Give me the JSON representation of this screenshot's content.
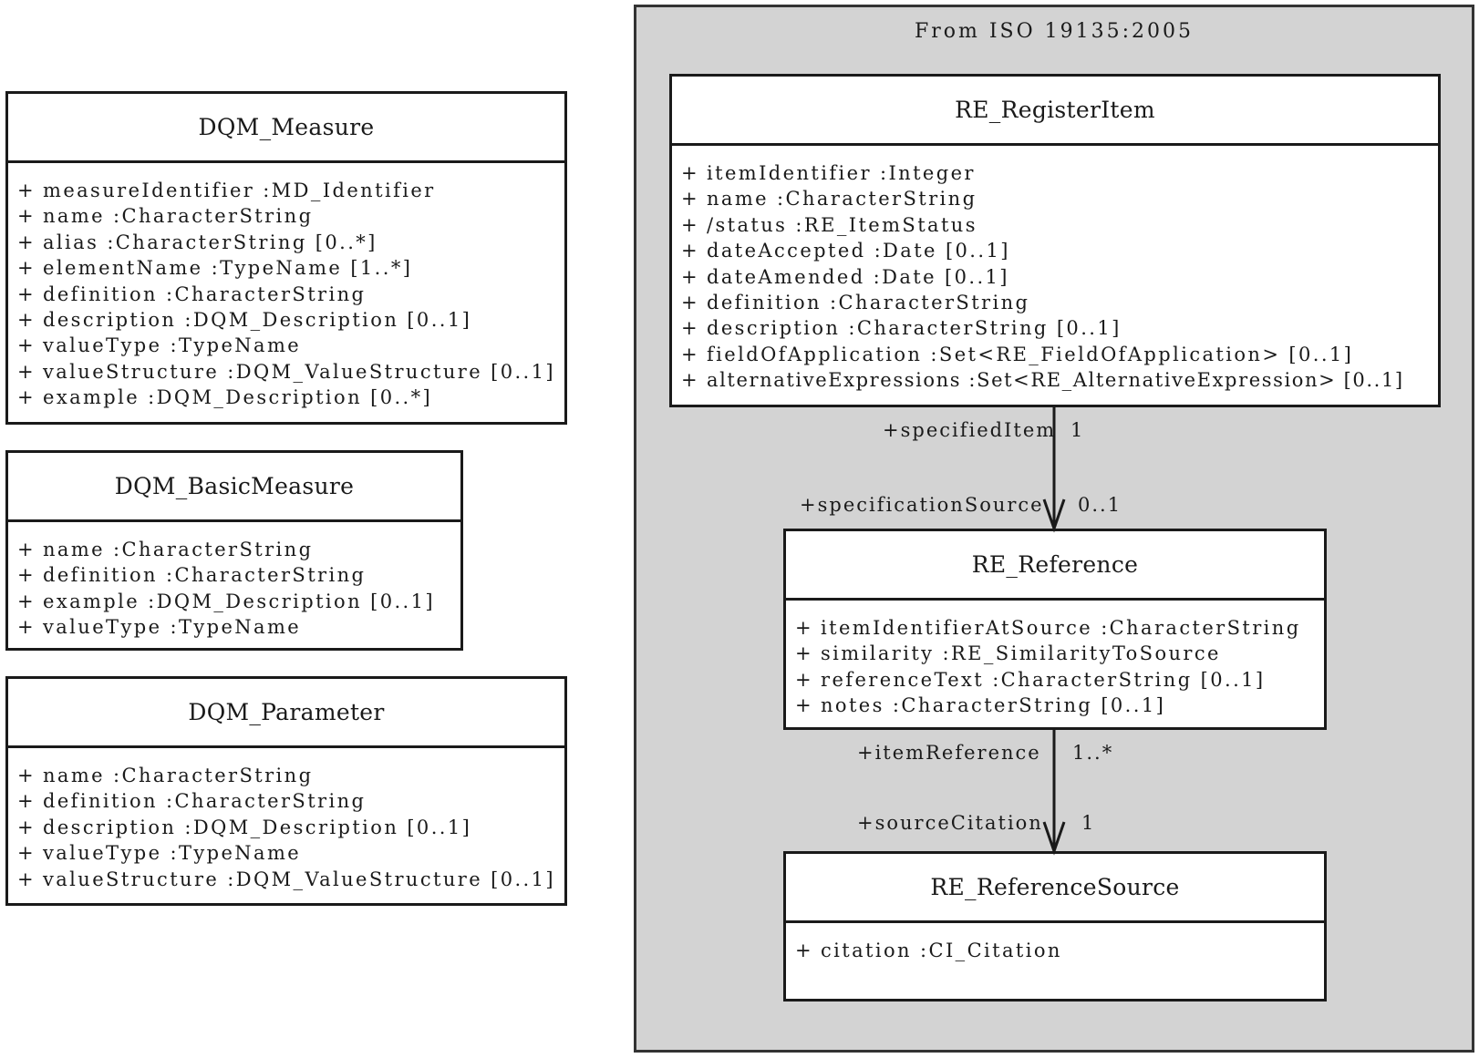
{
  "left_classes": {
    "measure": {
      "name": "DQM_Measure",
      "attributes": [
        "measureIdentifier :MD_Identifier",
        "name :CharacterString",
        "alias :CharacterString [0..*]",
        "elementName :TypeName [1..*]",
        "definition :CharacterString",
        "description :DQM_Description [0..1]",
        "valueType :TypeName",
        "valueStructure :DQM_ValueStructure [0..1]",
        "example :DQM_Description [0..*]"
      ]
    },
    "basic_measure": {
      "name": "DQM_BasicMeasure",
      "attributes": [
        "name :CharacterString",
        "definition :CharacterString",
        "example :DQM_Description [0..1]",
        "valueType :TypeName"
      ]
    },
    "parameter": {
      "name": "DQM_Parameter",
      "attributes": [
        "name :CharacterString",
        "definition :CharacterString",
        "description :DQM_Description [0..1]",
        "valueType :TypeName",
        "valueStructure :DQM_ValueStructure [0..1]"
      ]
    }
  },
  "package": {
    "title": "From ISO 19135:2005",
    "register_item": {
      "name": "RE_RegisterItem",
      "attributes": [
        "itemIdentifier :Integer",
        "name :CharacterString",
        "/status :RE_ItemStatus",
        "dateAccepted :Date [0..1]",
        "dateAmended :Date [0..1]",
        "definition :CharacterString",
        "description :CharacterString [0..1]",
        "fieldOfApplication :Set<RE_FieldOfApplication> [0..1]",
        "alternativeExpressions :Set<RE_AlternativeExpression> [0..1]"
      ]
    },
    "reference": {
      "name": "RE_Reference",
      "attributes": [
        "itemIdentifierAtSource :CharacterString",
        "similarity :RE_SimilarityToSource",
        "referenceText :CharacterString [0..1]",
        "notes :CharacterString [0..1]"
      ]
    },
    "reference_source": {
      "name": "RE_ReferenceSource",
      "attributes": [
        "citation :CI_Citation"
      ]
    },
    "associations": {
      "item_to_reference": {
        "source_role": "+specifiedItem",
        "source_mult": "1",
        "target_role": "+specificationSource",
        "target_mult": "0..1"
      },
      "reference_to_source": {
        "source_role": "+itemReference",
        "source_mult": "1..*",
        "target_role": "+sourceCitation",
        "target_mult": "1"
      }
    }
  },
  "colors": {
    "package_fill": "#d3d3d3",
    "line": "#1a1a1a",
    "box_fill": "#ffffff"
  }
}
